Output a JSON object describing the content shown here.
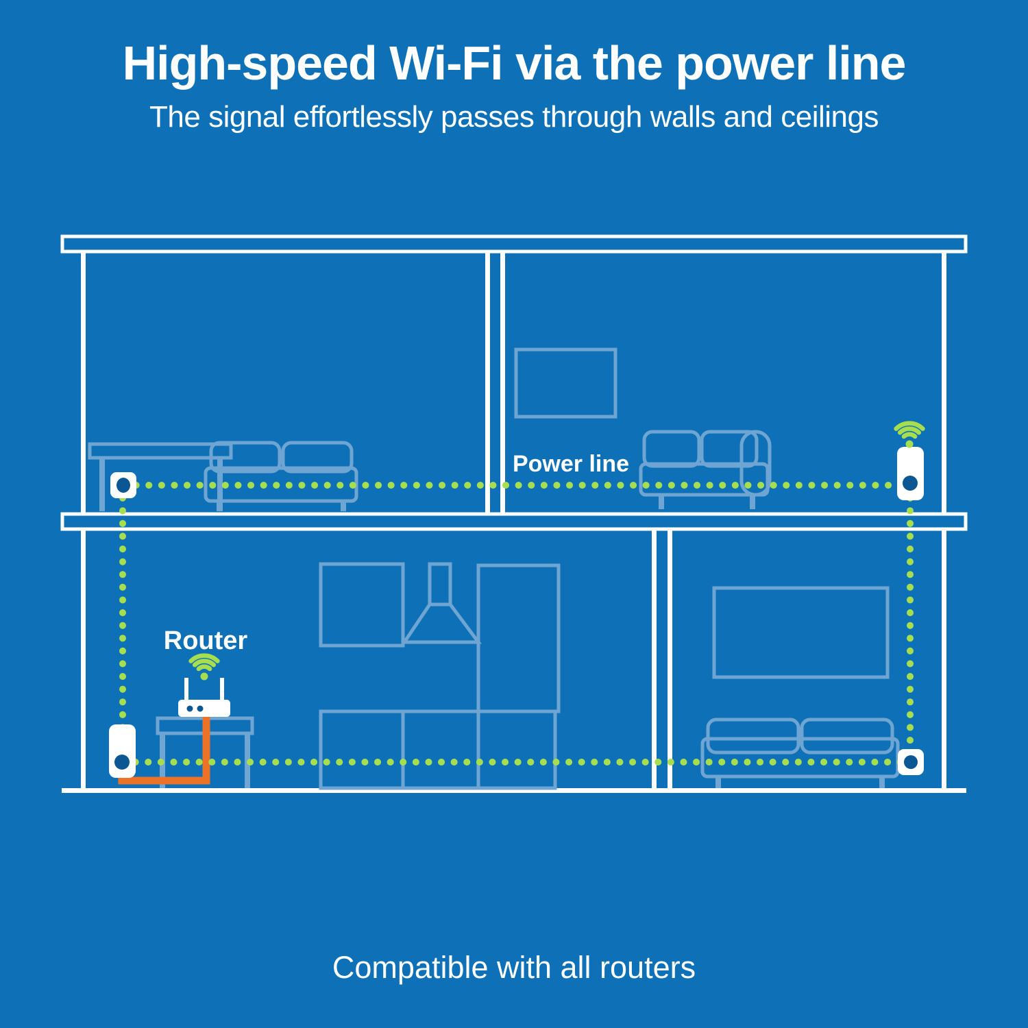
{
  "header": {
    "title": "High-speed Wi-Fi via the power line",
    "subtitle": "The signal effortlessly passes through walls and ceilings"
  },
  "diagram": {
    "labels": {
      "power_line": "Power line",
      "router": "Router"
    },
    "icons": {
      "router_wifi": "wifi-icon",
      "adapter_wifi": "wifi-icon",
      "router": "router-icon",
      "upper_wall_socket": "power-socket-icon",
      "lower_wall_socket": "power-socket-icon",
      "upper_powerline_adapter": "powerline-adapter-icon",
      "lower_powerline_adapter": "powerline-adapter-icon"
    },
    "colors": {
      "background": "#0e71b7",
      "walls": "#ffffff",
      "furniture_outline": "#6fa5d3",
      "powerline_dots_green": "#a6de50",
      "wifi_green": "#a6de50",
      "ethernet_cable_orange": "#ec7227",
      "device_socket_hole": "#0a5793",
      "text": "#ffffff"
    }
  },
  "footer": {
    "caption": "Compatible with all routers"
  }
}
